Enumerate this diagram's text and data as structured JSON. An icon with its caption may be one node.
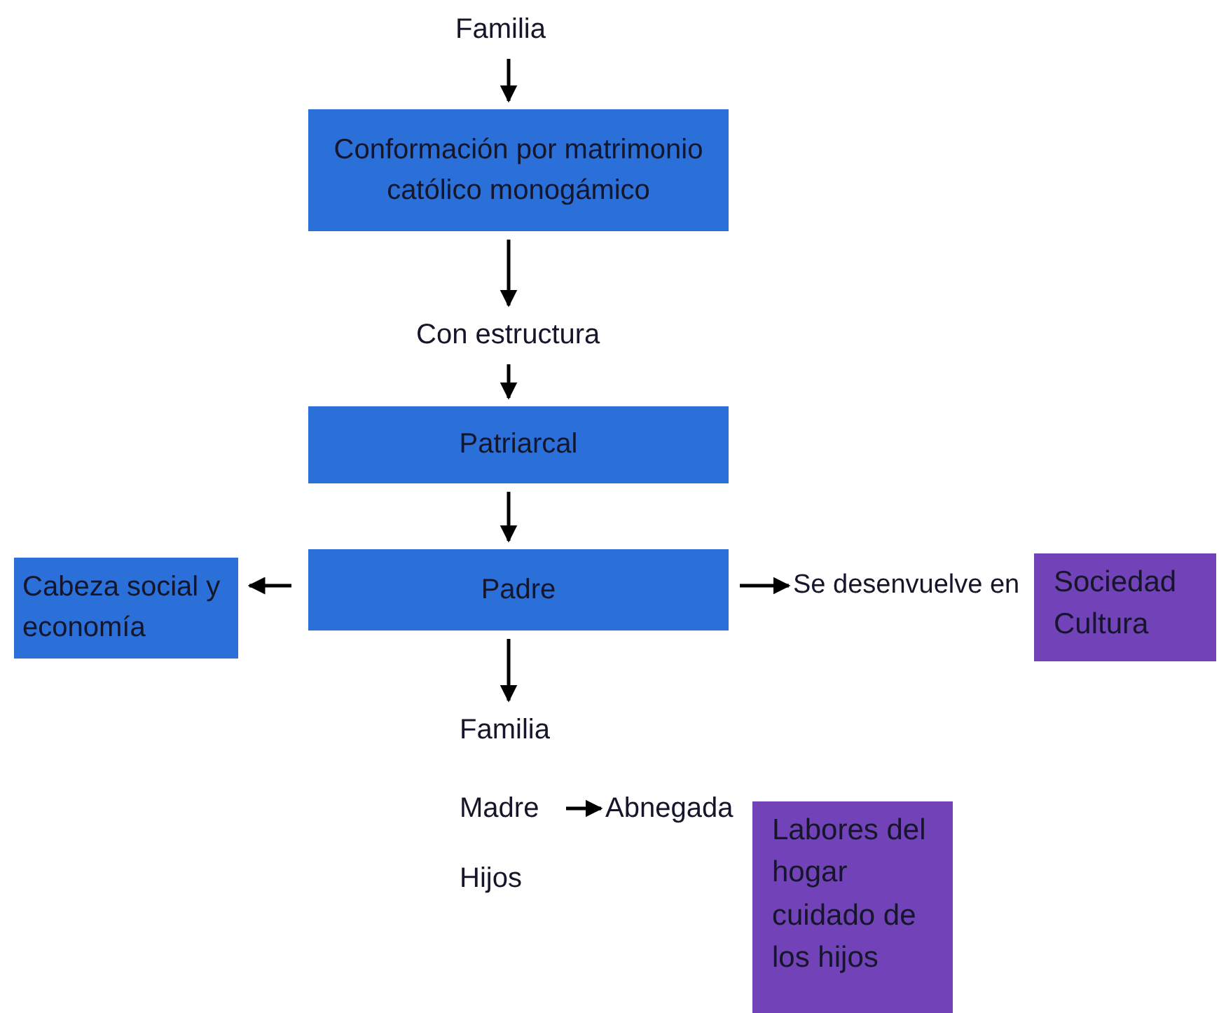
{
  "diagram": {
    "nodes": [
      {
        "text": [
          "Familia"
        ]
      },
      {
        "text": [
          "Conformación por matrimonio católico monogámico"
        ]
      },
      {
        "text": [
          "Con estructura"
        ]
      },
      {
        "text": [
          "Patriarcal"
        ]
      },
      {
        "text": [
          "Padre"
        ]
      },
      {
        "text": [
          "Cabeza social y economía"
        ]
      },
      {
        "text": [
          "Se desenvuelve en"
        ]
      },
      {
        "text": [
          "Sociedad Cultura"
        ]
      },
      {
        "text": [
          "Familia"
        ]
      },
      {
        "text": [
          "Madre"
        ]
      },
      {
        "text": [
          "Abnegada"
        ]
      },
      {
        "text": [
          "Hijos"
        ]
      },
      {
        "text": [
          "Labores del hogar cuidado de los hijos"
        ]
      }
    ],
    "edges": [
      {
        "from": 0,
        "to": 1,
        "arrow": "to"
      },
      {
        "from": 1,
        "to": 2,
        "arrow": "to"
      },
      {
        "from": 2,
        "to": 3,
        "arrow": "to"
      },
      {
        "from": 3,
        "to": 4,
        "arrow": "to"
      },
      {
        "from": 4,
        "to": 5,
        "arrow": "to"
      },
      {
        "from": 4,
        "to": 6,
        "arrow": "to"
      },
      {
        "from": 4,
        "to": 8,
        "arrow": "to"
      },
      {
        "from": 9,
        "to": 10,
        "arrow": "to"
      }
    ]
  }
}
